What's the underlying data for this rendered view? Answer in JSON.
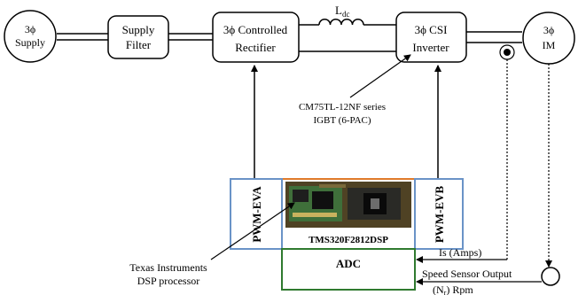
{
  "blocks": {
    "supply": {
      "line1": "3ϕ",
      "line2": "Supply"
    },
    "filter": {
      "line1": "Supply",
      "line2": "Filter"
    },
    "rectifier": {
      "line1": "3ϕ Controlled",
      "line2": "Rectifier"
    },
    "inductor": {
      "label": "L",
      "sub": "dc"
    },
    "inverter": {
      "line1": "3ϕ CSI",
      "line2": "Inverter"
    },
    "motor": {
      "line1": "3ϕ",
      "line2": "IM"
    }
  },
  "annotations": {
    "igbt_line1": "CM75TL-12NF series",
    "igbt_line2": "IGBT (6-PAC)",
    "ti_line1": "Texas Instruments",
    "ti_line2": "DSP processor"
  },
  "dsp": {
    "pwm_eva": "PWM-EVA",
    "pwm_evb": "PWM-EVB",
    "chip": "TMS320F2812DSP",
    "adc": "ADC"
  },
  "signals": {
    "current": "Is (Amps)",
    "speed": "Speed Sensor Output",
    "speed_unit_prefix": "(N",
    "speed_unit_sub": "r",
    "speed_unit_suffix": ") Rpm"
  },
  "colors": {
    "pwm_border": "#6a93c7",
    "dsp_border": "#e07a2a",
    "adc_border": "#2f7a2f",
    "line": "#000000"
  }
}
